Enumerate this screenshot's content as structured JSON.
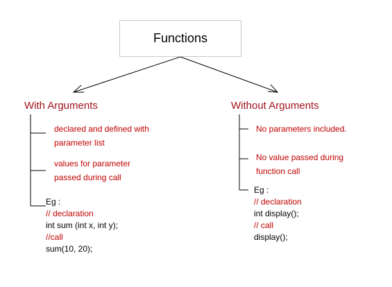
{
  "colors": {
    "accent": "#c00000",
    "branch": "#a0141e",
    "line": "#000000",
    "box_border": "#c8c8c8"
  },
  "root": {
    "title": "Functions"
  },
  "left": {
    "heading": "With Arguments",
    "notes": [
      {
        "lines": [
          "declared and defined with",
          "parameter list"
        ]
      },
      {
        "lines": [
          "values for parameter",
          "passed during call"
        ]
      }
    ],
    "example": {
      "label": "Eg :",
      "lines": [
        {
          "text": "// declaration",
          "style": "comment"
        },
        {
          "text": "int sum (int x, int y);",
          "style": "code"
        },
        {
          "text": "//call",
          "style": "comment"
        },
        {
          "text": "sum(10, 20);",
          "style": "code"
        }
      ]
    }
  },
  "right": {
    "heading": "Without Arguments",
    "notes": [
      {
        "lines": [
          "No parameters included."
        ]
      },
      {
        "lines": [
          "No value passed during",
          "function call"
        ]
      }
    ],
    "example": {
      "label": "Eg :",
      "lines": [
        {
          "text": "// declaration",
          "style": "comment"
        },
        {
          "text": "int display();",
          "style": "code"
        },
        {
          "text": "// call",
          "style": "comment"
        },
        {
          "text": "display();",
          "style": "code"
        }
      ]
    }
  }
}
